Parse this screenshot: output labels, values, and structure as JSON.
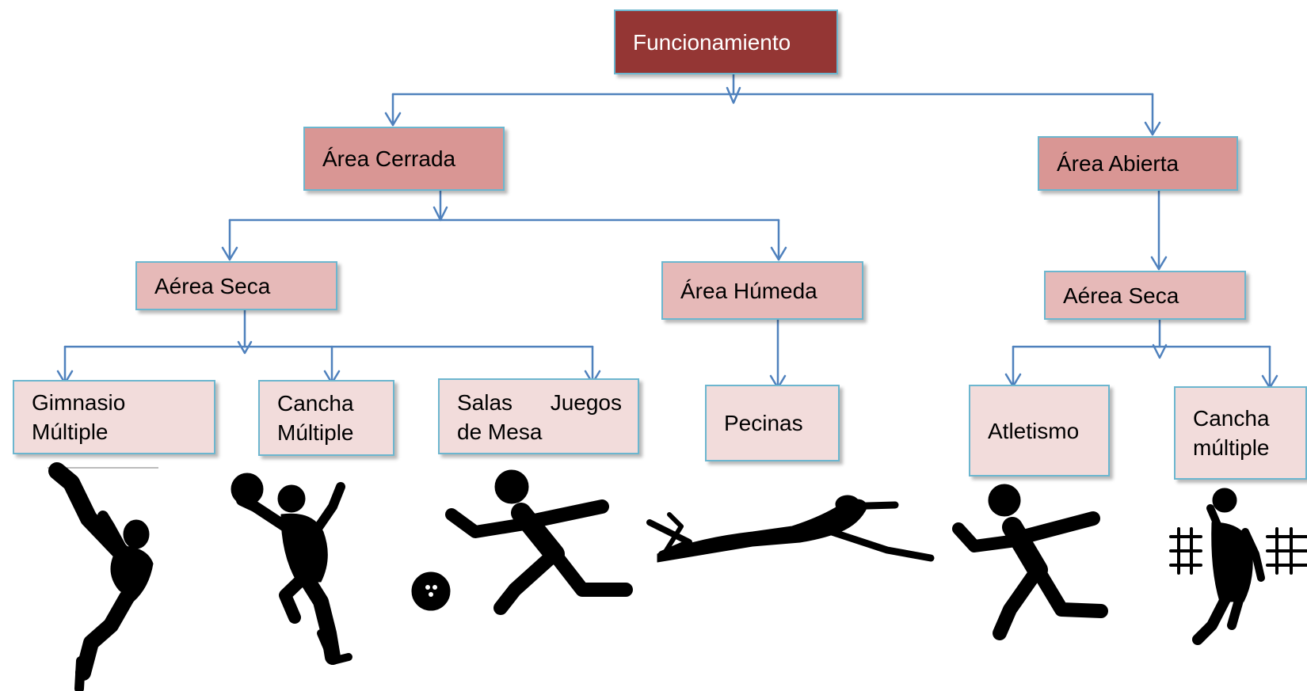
{
  "diagram": {
    "root": "Funcionamiento",
    "level1": {
      "closed": "Área Cerrada",
      "open": "Área Abierta"
    },
    "level2": {
      "dry_closed": "Aérea Seca",
      "wet": "Área Húmeda",
      "dry_open": "Aérea Seca"
    },
    "leaves": {
      "gym": {
        "line1": "Gimnasio",
        "line2": "Múltiple"
      },
      "court": {
        "line1": "Cancha",
        "line2": "Múltiple"
      },
      "games": {
        "line1": "Salas Juegos",
        "line2": "de Mesa"
      },
      "pools": "Pecinas",
      "athletics": "Atletismo",
      "court_open": {
        "line1": "Cancha",
        "line2": "múltiple"
      }
    },
    "colors": {
      "root": "#943634",
      "level1": "#d99694",
      "level2": "#e6b9b8",
      "leaf": "#f2dcdb",
      "border": "#6cb6cf",
      "connector": "#4f81bd",
      "silhouette": "#000000"
    },
    "icons": [
      "martial-arts-kick-icon",
      "basketball-player-icon",
      "bowling-player-icon",
      "swimmer-icon",
      "runner-icon",
      "volleyball-player-icon"
    ]
  }
}
